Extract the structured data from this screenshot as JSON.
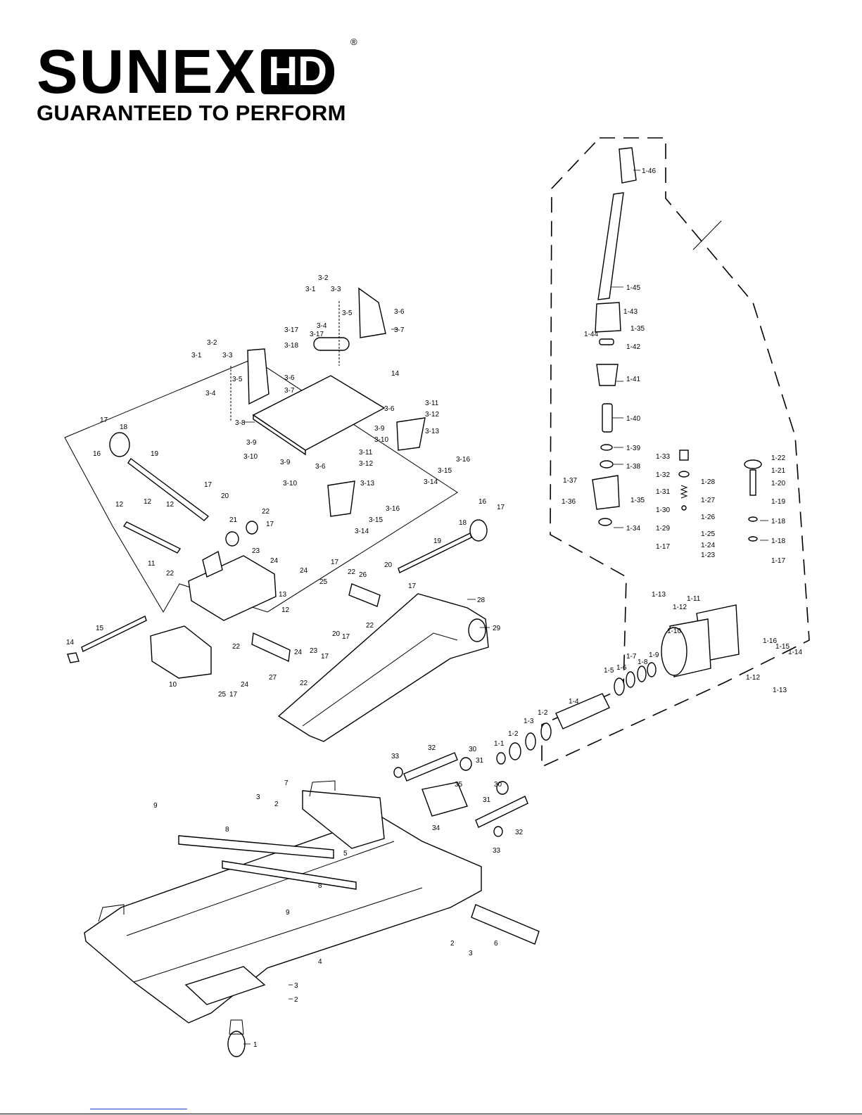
{
  "brand": {
    "name": "SUNEX",
    "suffix": "HD",
    "registered_mark": "®",
    "tagline": "GUARANTEED TO PERFORM"
  },
  "diagram": {
    "labels": [
      {
        "id": "l1",
        "text": "1-46"
      },
      {
        "id": "l2",
        "text": "1-45"
      },
      {
        "id": "l3",
        "text": "1-43"
      },
      {
        "id": "l4",
        "text": "1-44"
      },
      {
        "id": "l5",
        "text": "1-35"
      },
      {
        "id": "l6",
        "text": "1-42"
      },
      {
        "id": "l7",
        "text": "1-41"
      },
      {
        "id": "l8",
        "text": "1-40"
      },
      {
        "id": "l9",
        "text": "1-39"
      },
      {
        "id": "l10",
        "text": "1-38"
      },
      {
        "id": "l11",
        "text": "1-37"
      },
      {
        "id": "l12",
        "text": "1-36"
      },
      {
        "id": "l13",
        "text": "1-35"
      },
      {
        "id": "l14",
        "text": "1-34"
      },
      {
        "id": "l15",
        "text": "1-33"
      },
      {
        "id": "l16",
        "text": "1-32"
      },
      {
        "id": "l17",
        "text": "1-31"
      },
      {
        "id": "l18",
        "text": "1-30"
      },
      {
        "id": "l19",
        "text": "1-29"
      },
      {
        "id": "l20",
        "text": "1-17"
      },
      {
        "id": "l21",
        "text": "1-28"
      },
      {
        "id": "l22",
        "text": "1-27"
      },
      {
        "id": "l23",
        "text": "1-26"
      },
      {
        "id": "l24",
        "text": "1-25"
      },
      {
        "id": "l25",
        "text": "1-24"
      },
      {
        "id": "l26",
        "text": "1-23"
      },
      {
        "id": "l27",
        "text": "1-22"
      },
      {
        "id": "l28",
        "text": "1-21"
      },
      {
        "id": "l29",
        "text": "1-20"
      },
      {
        "id": "l30",
        "text": "1-19"
      },
      {
        "id": "l31",
        "text": "1-18"
      },
      {
        "id": "l32",
        "text": "1-18"
      },
      {
        "id": "l33",
        "text": "1-17"
      },
      {
        "id": "l34",
        "text": "1-13"
      },
      {
        "id": "l35",
        "text": "1-12"
      },
      {
        "id": "l36",
        "text": "1-11"
      },
      {
        "id": "l37",
        "text": "1-10"
      },
      {
        "id": "l38",
        "text": "1-9"
      },
      {
        "id": "l39",
        "text": "1-8"
      },
      {
        "id": "l40",
        "text": "1-7"
      },
      {
        "id": "l41",
        "text": "1-6"
      },
      {
        "id": "l42",
        "text": "1-5"
      },
      {
        "id": "l43",
        "text": "1-4"
      },
      {
        "id": "l44",
        "text": "1-3"
      },
      {
        "id": "l45",
        "text": "1-2"
      },
      {
        "id": "l46",
        "text": "1-2"
      },
      {
        "id": "l47",
        "text": "1-1"
      },
      {
        "id": "l48",
        "text": "1-16"
      },
      {
        "id": "l49",
        "text": "1-15"
      },
      {
        "id": "l50",
        "text": "1-14"
      },
      {
        "id": "l51",
        "text": "1-12"
      },
      {
        "id": "l52",
        "text": "1-13"
      },
      {
        "id": "l53",
        "text": "3-2"
      },
      {
        "id": "l54",
        "text": "3-1"
      },
      {
        "id": "l55",
        "text": "3-3"
      },
      {
        "id": "l56",
        "text": "3-5"
      },
      {
        "id": "l57",
        "text": "3-6"
      },
      {
        "id": "l58",
        "text": "3-4"
      },
      {
        "id": "l59",
        "text": "3-7"
      },
      {
        "id": "l60",
        "text": "3-17"
      },
      {
        "id": "l61",
        "text": "3-17"
      },
      {
        "id": "l62",
        "text": "3-18"
      },
      {
        "id": "l63",
        "text": "3-2"
      },
      {
        "id": "l64",
        "text": "3-1"
      },
      {
        "id": "l65",
        "text": "3-3"
      },
      {
        "id": "l66",
        "text": "3-5"
      },
      {
        "id": "l67",
        "text": "3-6"
      },
      {
        "id": "l68",
        "text": "3-4"
      },
      {
        "id": "l69",
        "text": "3-7"
      },
      {
        "id": "l70",
        "text": "3-8"
      },
      {
        "id": "l71",
        "text": "3-9"
      },
      {
        "id": "l72",
        "text": "3-10"
      },
      {
        "id": "l73",
        "text": "3-9"
      },
      {
        "id": "l74",
        "text": "3-10"
      },
      {
        "id": "l75",
        "text": "3-6"
      },
      {
        "id": "l76",
        "text": "3-9"
      },
      {
        "id": "l77",
        "text": "3-10"
      },
      {
        "id": "l78",
        "text": "3-11"
      },
      {
        "id": "l79",
        "text": "3-12"
      },
      {
        "id": "l80",
        "text": "3-13"
      },
      {
        "id": "l81",
        "text": "3-16"
      },
      {
        "id": "l82",
        "text": "3-15"
      },
      {
        "id": "l83",
        "text": "3-14"
      },
      {
        "id": "l84",
        "text": "3-6"
      },
      {
        "id": "l85",
        "text": "3-11"
      },
      {
        "id": "l86",
        "text": "3-12"
      },
      {
        "id": "l87",
        "text": "3-13"
      },
      {
        "id": "l88",
        "text": "3-16"
      },
      {
        "id": "l89",
        "text": "3-15"
      },
      {
        "id": "l90",
        "text": "3-14"
      },
      {
        "id": "l91",
        "text": "14"
      },
      {
        "id": "l92",
        "text": "17"
      },
      {
        "id": "l93",
        "text": "18"
      },
      {
        "id": "l94",
        "text": "16"
      },
      {
        "id": "l95",
        "text": "19"
      },
      {
        "id": "l96",
        "text": "17"
      },
      {
        "id": "l97",
        "text": "20"
      },
      {
        "id": "l98",
        "text": "21"
      },
      {
        "id": "l99",
        "text": "22"
      },
      {
        "id": "l100",
        "text": "17"
      },
      {
        "id": "l101",
        "text": "23"
      },
      {
        "id": "l102",
        "text": "24"
      },
      {
        "id": "l103",
        "text": "12"
      },
      {
        "id": "l104",
        "text": "12"
      },
      {
        "id": "l105",
        "text": "12"
      },
      {
        "id": "l106",
        "text": "11"
      },
      {
        "id": "l107",
        "text": "24"
      },
      {
        "id": "l108",
        "text": "17"
      },
      {
        "id": "l109",
        "text": "25"
      },
      {
        "id": "l110",
        "text": "22"
      },
      {
        "id": "l111",
        "text": "13"
      },
      {
        "id": "l112",
        "text": "12"
      },
      {
        "id": "l113",
        "text": "22"
      },
      {
        "id": "l114",
        "text": "26"
      },
      {
        "id": "l115",
        "text": "20"
      },
      {
        "id": "l116",
        "text": "17"
      },
      {
        "id": "l117",
        "text": "16"
      },
      {
        "id": "l118",
        "text": "17"
      },
      {
        "id": "l119",
        "text": "18"
      },
      {
        "id": "l120",
        "text": "19"
      },
      {
        "id": "l121",
        "text": "22"
      },
      {
        "id": "l122",
        "text": "28"
      },
      {
        "id": "l123",
        "text": "29"
      },
      {
        "id": "l124",
        "text": "15"
      },
      {
        "id": "l125",
        "text": "14"
      },
      {
        "id": "l126",
        "text": "10"
      },
      {
        "id": "l127",
        "text": "25"
      },
      {
        "id": "l128",
        "text": "17"
      },
      {
        "id": "l129",
        "text": "24"
      },
      {
        "id": "l130",
        "text": "22"
      },
      {
        "id": "l131",
        "text": "27"
      },
      {
        "id": "l132",
        "text": "22"
      },
      {
        "id": "l133",
        "text": "23"
      },
      {
        "id": "l134",
        "text": "17"
      },
      {
        "id": "l135",
        "text": "24"
      },
      {
        "id": "l136",
        "text": "20"
      },
      {
        "id": "l137",
        "text": "17"
      },
      {
        "id": "l138",
        "text": "33"
      },
      {
        "id": "l139",
        "text": "32"
      },
      {
        "id": "l140",
        "text": "30"
      },
      {
        "id": "l141",
        "text": "31"
      },
      {
        "id": "l142",
        "text": "35"
      },
      {
        "id": "l143",
        "text": "30"
      },
      {
        "id": "l144",
        "text": "31"
      },
      {
        "id": "l145",
        "text": "34"
      },
      {
        "id": "l146",
        "text": "32"
      },
      {
        "id": "l147",
        "text": "33"
      },
      {
        "id": "l148",
        "text": "9"
      },
      {
        "id": "l149",
        "text": "3"
      },
      {
        "id": "l150",
        "text": "2"
      },
      {
        "id": "l151",
        "text": "7"
      },
      {
        "id": "l152",
        "text": "8"
      },
      {
        "id": "l153",
        "text": "5"
      },
      {
        "id": "l154",
        "text": "8"
      },
      {
        "id": "l155",
        "text": "9"
      },
      {
        "id": "l156",
        "text": "2"
      },
      {
        "id": "l157",
        "text": "3"
      },
      {
        "id": "l158",
        "text": "6"
      },
      {
        "id": "l159",
        "text": "4"
      },
      {
        "id": "l160",
        "text": "3"
      },
      {
        "id": "l161",
        "text": "2"
      },
      {
        "id": "l162",
        "text": "1"
      }
    ]
  }
}
